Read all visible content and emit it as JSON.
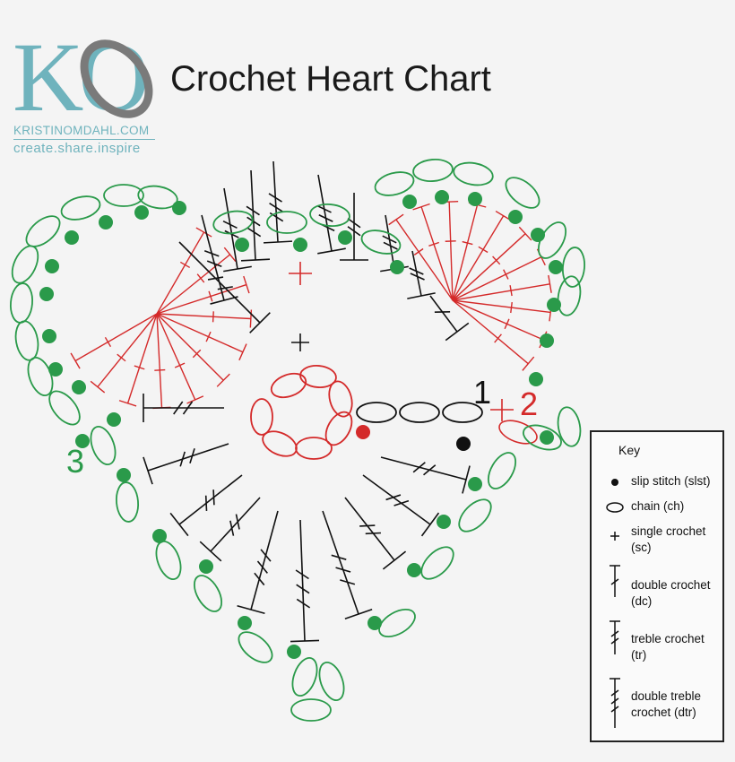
{
  "header": {
    "title": "Crochet Heart Chart",
    "logo": {
      "letters": "KO",
      "url_text": "KRISTINOMDAHL.COM",
      "tagline": "create.share.inspire"
    }
  },
  "round_labels": {
    "round1": "1",
    "round2": "2",
    "round3": "3"
  },
  "legend": {
    "title": "Key",
    "items": [
      {
        "symbol": "slip-stitch",
        "label": "slip stitch (slst)"
      },
      {
        "symbol": "chain",
        "label": "chain (ch)"
      },
      {
        "symbol": "single-crochet",
        "label": "single crochet (sc)"
      },
      {
        "symbol": "double-crochet",
        "label": "double crochet (dc)"
      },
      {
        "symbol": "treble-crochet",
        "label": "treble crochet (tr)"
      },
      {
        "symbol": "double-treble-crochet",
        "label": "double treble crochet (dtr)"
      }
    ]
  },
  "colors": {
    "round1": "#111111",
    "round2": "#d42a2a",
    "round3": "#2a9a4a",
    "logo": "#6fb3bd",
    "logo_ring": "#7a7a7a"
  }
}
